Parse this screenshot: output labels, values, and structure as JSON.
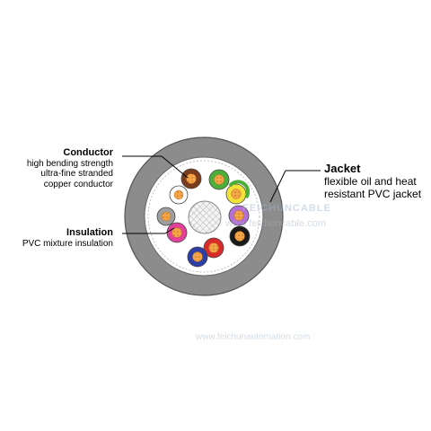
{
  "labels": {
    "conductor": {
      "title": "Conductor",
      "lines": [
        "high bending strength",
        "ultra-fine stranded",
        "copper conductor"
      ]
    },
    "insulation": {
      "title": "Insulation",
      "lines": [
        "PVC mixture insulation"
      ]
    },
    "jacket": {
      "title": "Jacket",
      "lines": [
        "flexible oil and heat",
        "resistant PVC jacket"
      ]
    }
  },
  "watermark": {
    "brand": "FEICHUNCABLE",
    "url": "www.feichuncable.com",
    "url_bottom": "www.feichunautomation.com"
  },
  "colors": {
    "jacket": "#8c8c8c",
    "jacket_inner": "#ffffff",
    "copper": "#f3a64c",
    "filler": "#c9c9c9",
    "line": "#000000",
    "insulation": [
      "#7a3c1e",
      "#ffffff",
      "#4caf3a",
      "#f2e33b",
      "#ffffff",
      "#9e9e9e",
      "#b46fd6",
      "#e2409a",
      "#1a1a1a",
      "#d92b2b",
      "#2d3fa6"
    ]
  }
}
